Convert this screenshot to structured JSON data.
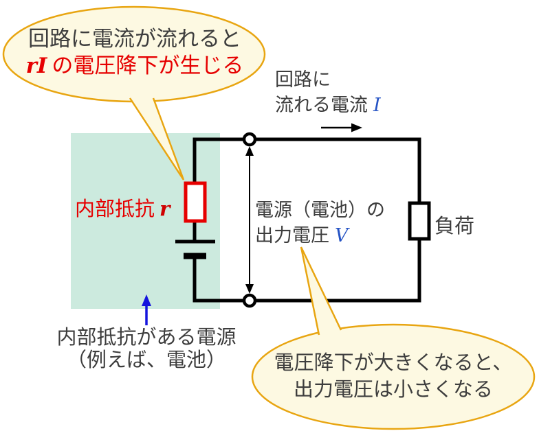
{
  "colors": {
    "highlight_region_green": "#cceade",
    "bubble_fill": "#fdf9e2",
    "bubble_border": "#e8a511",
    "accent_red": "#e60000",
    "symbol_blue": "#2553c4",
    "pointer_arrow_blue": "#1414dd",
    "text_dark": "#3d3d3d",
    "wire_black": "#000000"
  },
  "bubble_top": {
    "line1": "回路に電流が流れると",
    "formula": "rI",
    "line2_rest": "の電圧降下が生じる"
  },
  "current_label": {
    "line1": "回路に",
    "line2": "流れる電流",
    "symbol": "I"
  },
  "internal_resistance_label": {
    "text": "内部抵抗",
    "symbol": "r"
  },
  "output_voltage_label": {
    "line1": "電源（電池）の",
    "line2": "出力電圧",
    "symbol": "V"
  },
  "load_label": "負荷",
  "source_caption": {
    "line1": "内部抵抗がある電源",
    "line2": "（例えば、電池）"
  },
  "bubble_bottom": {
    "line1": "電圧降下が大きくなると、",
    "line2": "出力電圧は小さくなる"
  }
}
